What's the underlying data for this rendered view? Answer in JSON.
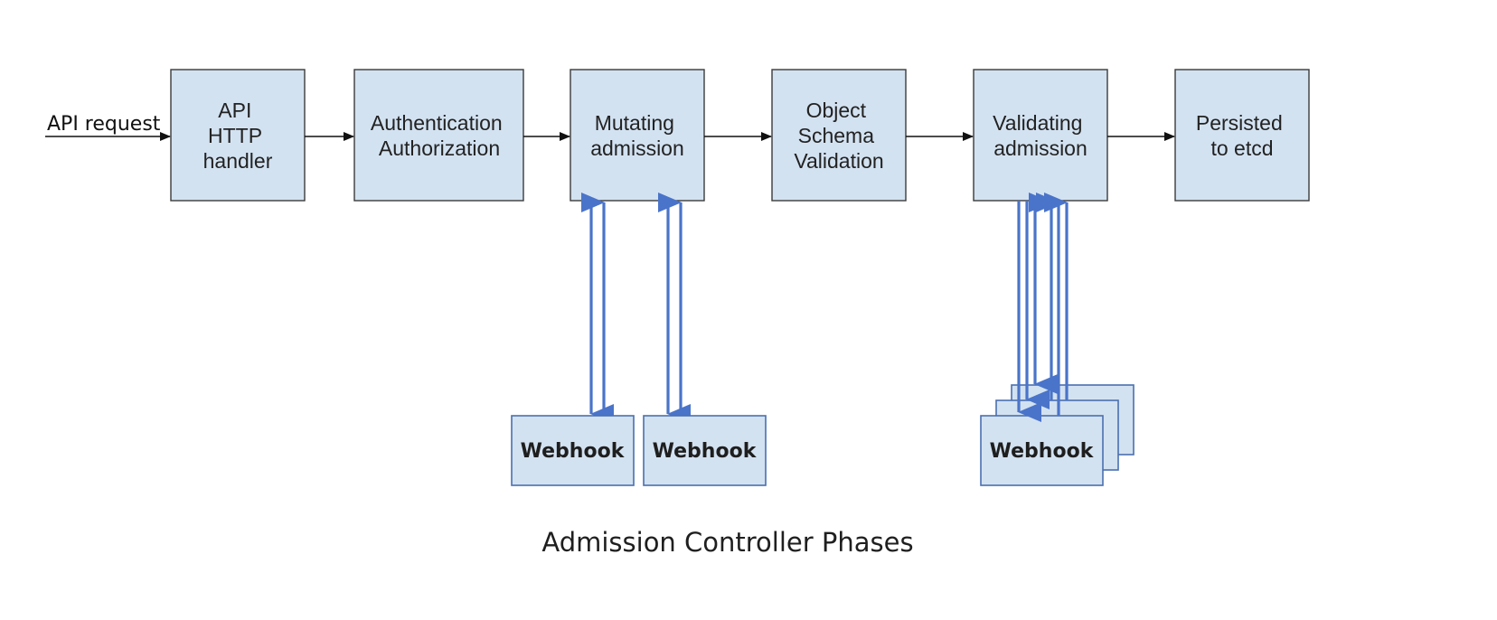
{
  "request_label": "API request",
  "stages": [
    {
      "id": "api-http-handler",
      "lines": [
        "API",
        "HTTP",
        "handler"
      ]
    },
    {
      "id": "authentication-authorization",
      "lines": [
        "Authentication",
        "Authorization"
      ]
    },
    {
      "id": "mutating-admission",
      "lines": [
        "Mutating",
        "admission"
      ]
    },
    {
      "id": "object-schema-validation",
      "lines": [
        "Object",
        "Schema",
        "Validation"
      ]
    },
    {
      "id": "validating-admission",
      "lines": [
        "Validating",
        "admission"
      ]
    },
    {
      "id": "persisted-to-etcd",
      "lines": [
        "Persisted",
        "to etcd"
      ]
    }
  ],
  "webhooks": [
    {
      "id": "mutating-webhook-1",
      "label": "Webhook"
    },
    {
      "id": "mutating-webhook-2",
      "label": "Webhook"
    },
    {
      "id": "validating-webhooks",
      "label": "Webhook"
    }
  ],
  "caption": "Admission Controller Phases",
  "colors": {
    "box_fill": "#d3e2f1",
    "box_border": "#3b3b3b",
    "webhook_border": "#4a6fb0",
    "webhook_arrow": "#4a74c9",
    "flow_arrow": "#111111"
  }
}
